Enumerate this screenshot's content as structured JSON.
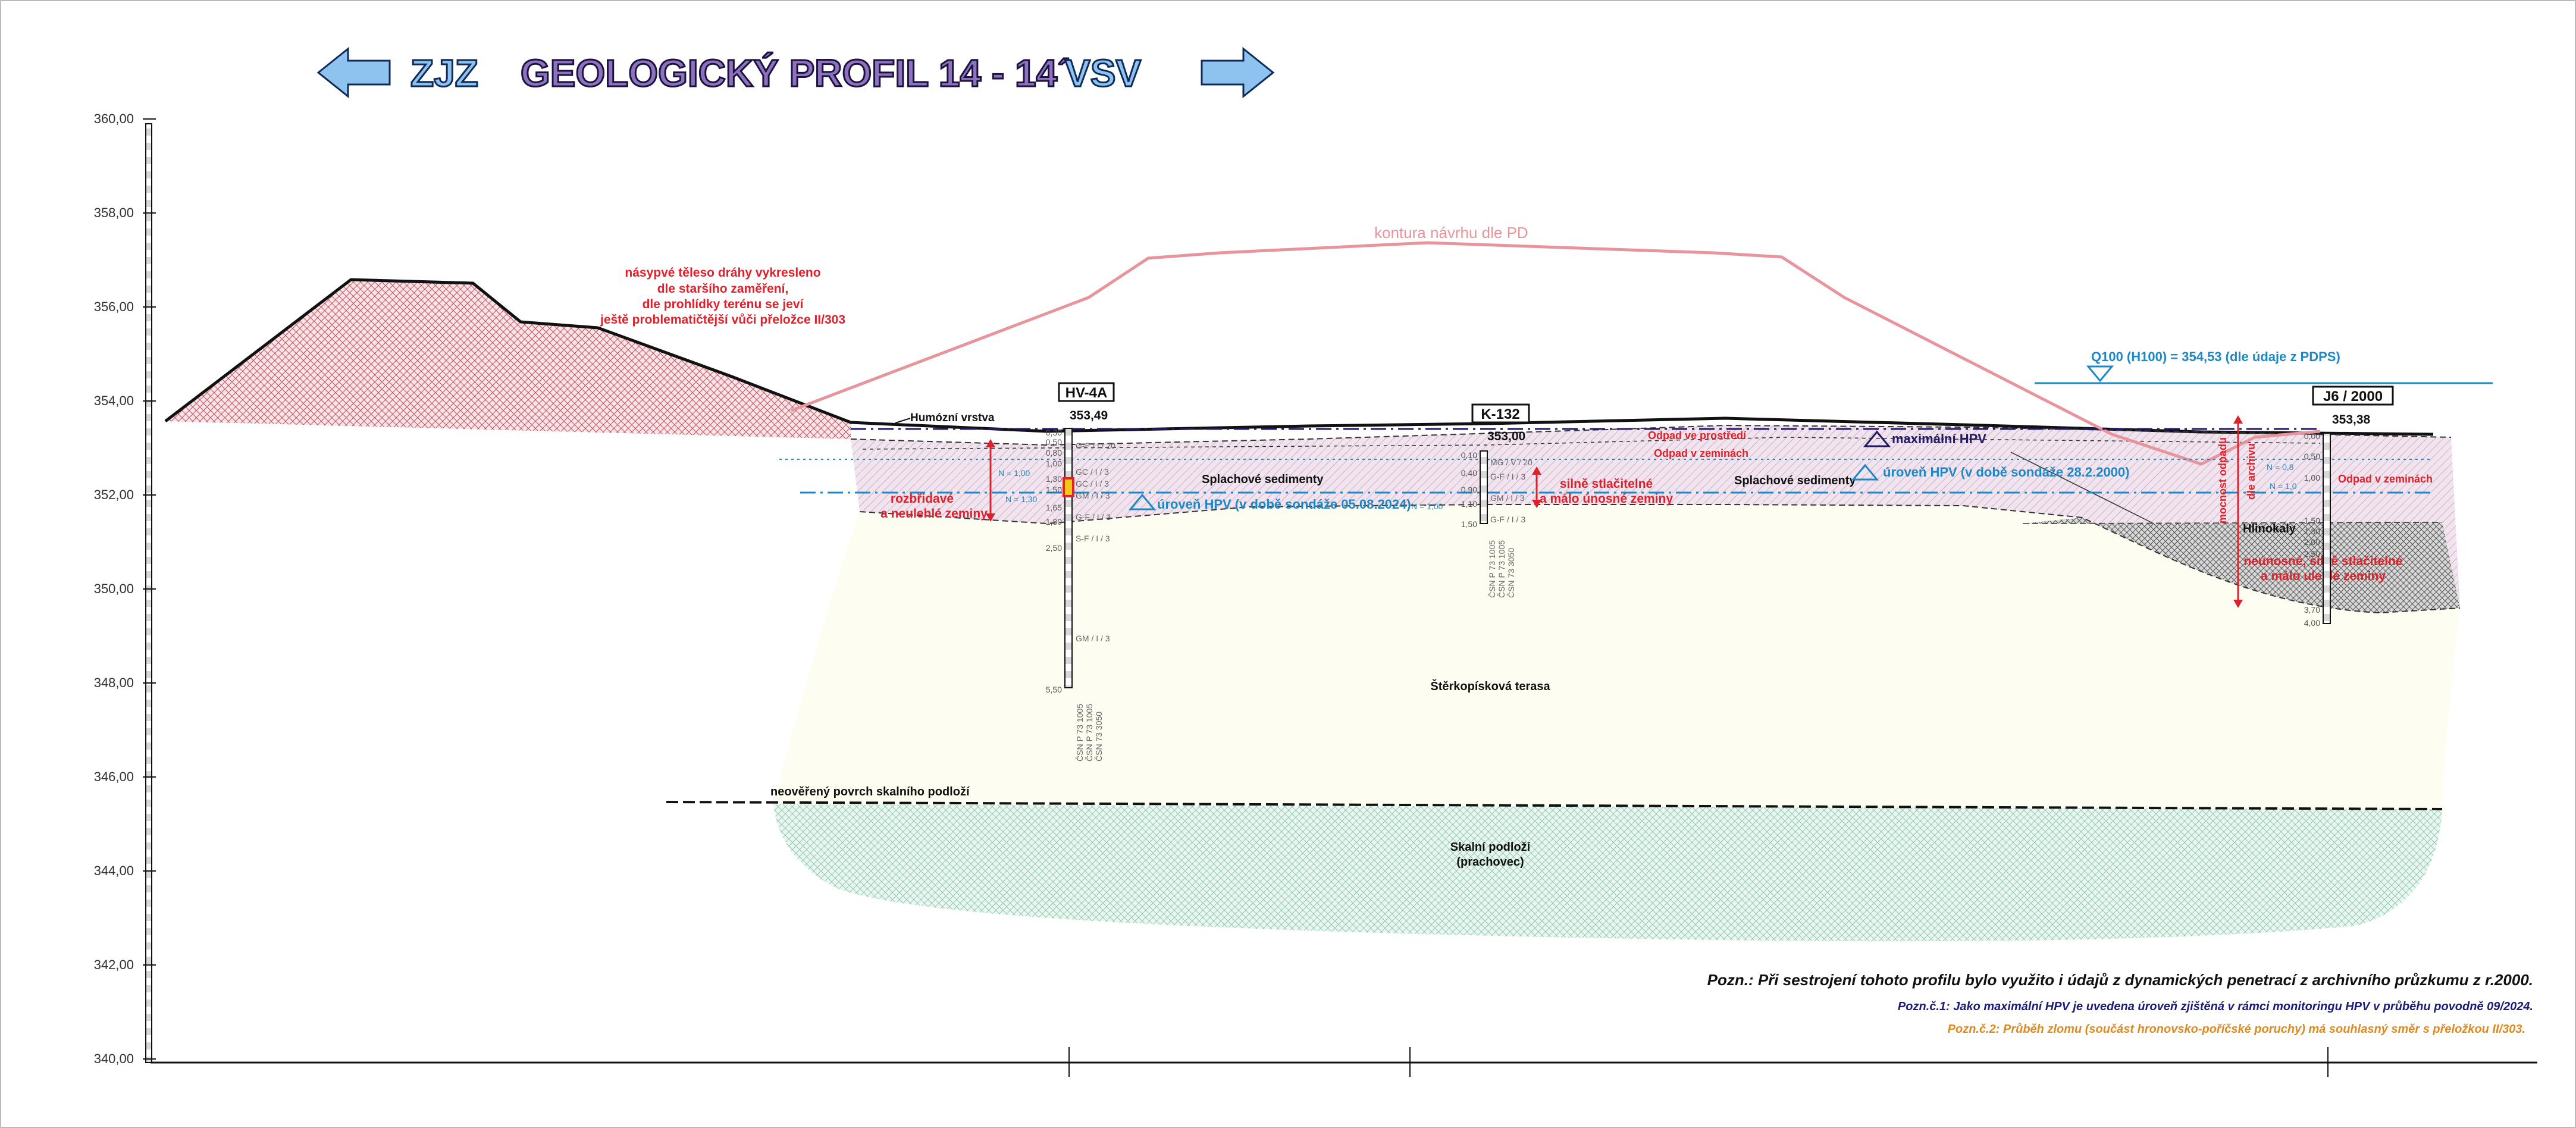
{
  "title": {
    "left_dir": "ZJZ",
    "main": "GEOLOGICKÝ PROFIL 14 - 14´",
    "right_dir": "VSV"
  },
  "axis": {
    "ticks": [
      "360,00",
      "358,00",
      "356,00",
      "354,00",
      "352,00",
      "350,00",
      "348,00",
      "346,00",
      "344,00",
      "342,00",
      "340,00"
    ]
  },
  "labels": {
    "kontura": "kontura návrhu dle PD",
    "nasyp_1": "násypvé těleso dráhy vykresleno",
    "nasyp_2": "dle staršího zaměření,",
    "nasyp_3": "dle prohlídky terénu se jeví",
    "nasyp_4": "ještě problematičtější vůči přeložce II/303",
    "q100": "Q100 (H100) = 354,53 (dle údaje z PDPS)",
    "humozni": "Humózní vrstva",
    "splachove_1": "Splachové sedimenty",
    "splachove_2": "Splachové sedimenty",
    "rozbridave_1": "rozbřidavé",
    "rozbridave_2": "a neulehlé zeminy",
    "hpv_2024": "úroveň HPV (v době sondáže 05.08.2024)",
    "hpv_2000": "úroveň HPV (v době sondáže 28.2.2000)",
    "max_hpv": "maximální HPV",
    "odpad_1": "Odpad ve prostředí",
    "odpad_2": "Odpad v zeminách",
    "odpad_3": "Odpad v zeminách",
    "silne_1": "silně stlačitelné",
    "silne_2": "a málo únosné zeminy",
    "mocnost_1": "mocnost odpadu",
    "mocnost_2": "dle archivu",
    "hlinokaly": "Hlinokaly",
    "neunosne_1": "neúnosné, silně stlačitelné",
    "neunosne_2": "a málo ulehlé zeminy",
    "terasa": "Štěrkopísková terasa",
    "neovereny": "neověřený povrch skalního podloží",
    "skalni_1": "Skalní podloží",
    "skalni_2": "(prachovec)"
  },
  "boreholes": [
    {
      "name": "HV-4A",
      "elev": "353,49",
      "depths": [
        "0,30",
        "0,50",
        "0,80",
        "1,00",
        "1,30",
        "1,50",
        "1,65",
        "1,80",
        "2,50",
        "5,50"
      ],
      "layers": [
        "G-F / I / 20",
        "GC / I / 3",
        "GC / I / 3",
        "GM / I / 3",
        "G-F / I / 3",
        "S-F / I / 3",
        "GM / I / 3"
      ],
      "n_values": [
        "N = 1,00",
        "N = 1,30",
        "N = 1,00"
      ],
      "csn": [
        "ČSN P 73 1005",
        "ČSN P 73 1005",
        "ČSN 73 3050"
      ]
    },
    {
      "name": "K-132",
      "elev": "353,00",
      "depths": [
        "0,10",
        "0,40",
        "0,90",
        "1,10",
        "1,50"
      ],
      "layers": [
        "MG / V / 20",
        "G-F / I / 3",
        "GM / I / 3",
        "G-F / I / 3"
      ],
      "csn": [
        "ČSN P 73 1005",
        "ČSN P 73 1005",
        "ČSN 73 3050"
      ]
    },
    {
      "name": "J6 / 2000",
      "elev": "353,38",
      "depths": [
        "0,00",
        "0,50",
        "1,00",
        "1,50",
        "1,80",
        "2,00",
        "2,50",
        "3,70",
        "4,00"
      ],
      "n_values": [
        "N = 0,8",
        "N = 1,0"
      ]
    }
  ],
  "notes": {
    "main": "Pozn.: Při sestrojení tohoto profilu bylo využito i údajů z dynamických penetrací z archivního průzkumu z r.2000.",
    "n1": "Pozn.č.1: Jako maximální HPV je uvedena úroveň zjištěná v rámci monitoringu HPV v průběhu povodně 09/2024.",
    "n2": "Pozn.č.2: Průběh zlomu (součást hronovsko-poříčské poruchy) má souhlasný směr s přeložkou II/303."
  },
  "colors": {
    "title_fill": "#8E72BD",
    "arrow_fill": "#8EC3F0",
    "red_label": "#E0202A",
    "blue_label": "#1E88C7",
    "contour": "#E8949C",
    "note_blue": "#1B1B7A",
    "note_orange": "#E08A1E"
  }
}
